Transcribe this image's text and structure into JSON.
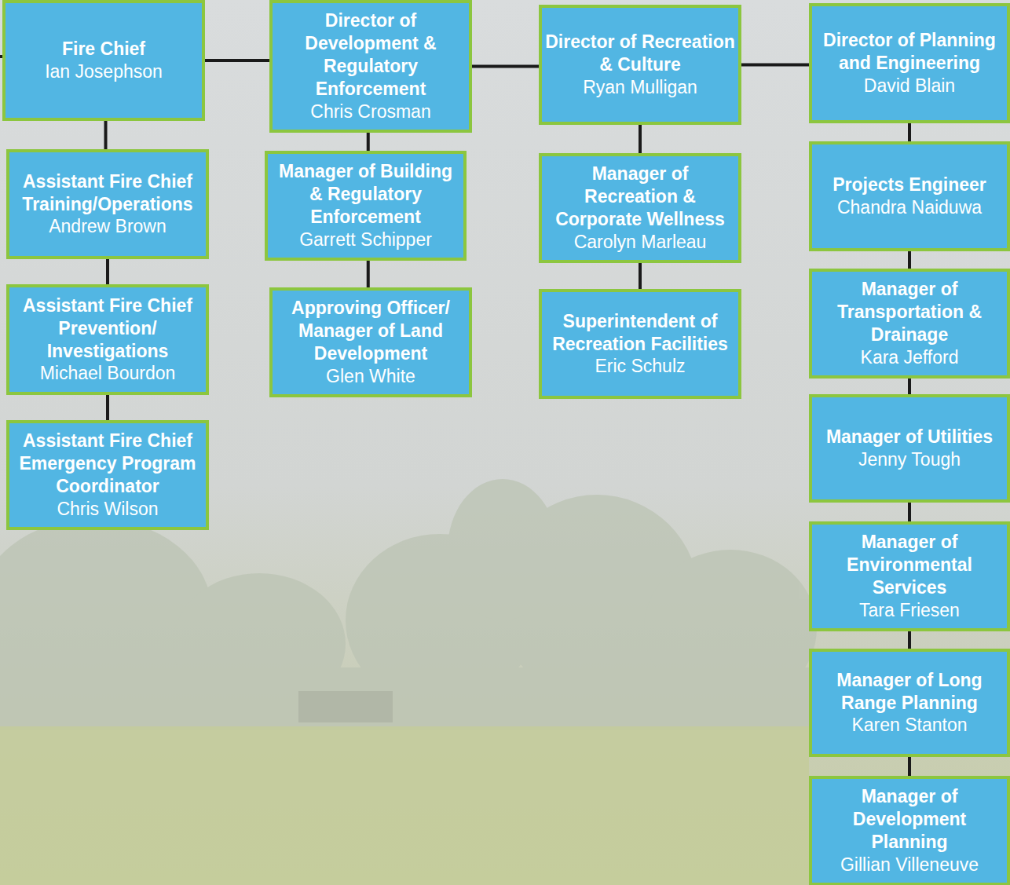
{
  "diagram": {
    "nodes": [
      {
        "text": [
          "Fire Chief",
          "Ian Josephson"
        ]
      },
      {
        "text": [
          "Assistant Fire Chief Training/Operations",
          "Andrew Brown"
        ]
      },
      {
        "text": [
          "Assistant Fire Chief Prevention/ Investigations",
          "Michael Bourdon"
        ]
      },
      {
        "text": [
          "Assistant Fire Chief Emergency Program Coordinator",
          "Chris Wilson"
        ]
      },
      {
        "text": [
          "Director of Development & Regulatory Enforcement",
          "Chris Crosman"
        ]
      },
      {
        "text": [
          "Manager of Building & Regulatory Enforcement",
          "Garrett Schipper"
        ]
      },
      {
        "text": [
          "Approving Officer/ Manager of Land Development",
          "Glen White"
        ]
      },
      {
        "text": [
          "Director of Recreation & Culture",
          "Ryan Mulligan"
        ]
      },
      {
        "text": [
          "Manager of Recreation & Corporate Wellness",
          "Carolyn Marleau"
        ]
      },
      {
        "text": [
          "Superintendent of Recreation Facilities",
          "Eric Schulz"
        ]
      },
      {
        "text": [
          "Director of Planning and Engineering",
          "David Blain"
        ]
      },
      {
        "text": [
          "Projects Engineer",
          "Chandra Naiduwa"
        ]
      },
      {
        "text": [
          "Manager of Transportation & Drainage",
          "Kara Jefford"
        ]
      },
      {
        "text": [
          "Manager of Utilities",
          "Jenny Tough"
        ]
      },
      {
        "text": [
          "Manager of Environmental Services",
          "Tara Friesen"
        ]
      },
      {
        "text": [
          "Manager of Long Range Planning",
          "Karen Stanton"
        ]
      },
      {
        "text": [
          "Manager of Development Planning",
          "Gillian Villeneuve"
        ]
      }
    ],
    "edges": [
      {
        "from": 0,
        "to": 4,
        "arrow": "none"
      },
      {
        "from": 4,
        "to": 7,
        "arrow": "none"
      },
      {
        "from": 7,
        "to": 10,
        "arrow": "none"
      },
      {
        "from": 0,
        "to": 1,
        "arrow": "none"
      },
      {
        "from": 1,
        "to": 2,
        "arrow": "none"
      },
      {
        "from": 2,
        "to": 3,
        "arrow": "none"
      },
      {
        "from": 4,
        "to": 5,
        "arrow": "none"
      },
      {
        "from": 5,
        "to": 6,
        "arrow": "none"
      },
      {
        "from": 7,
        "to": 8,
        "arrow": "none"
      },
      {
        "from": 8,
        "to": 9,
        "arrow": "none"
      },
      {
        "from": 10,
        "to": 11,
        "arrow": "none"
      },
      {
        "from": 11,
        "to": 12,
        "arrow": "none"
      },
      {
        "from": 12,
        "to": 13,
        "arrow": "none"
      },
      {
        "from": 13,
        "to": 14,
        "arrow": "none"
      },
      {
        "from": 14,
        "to": 15,
        "arrow": "none"
      },
      {
        "from": 15,
        "to": 16,
        "arrow": "none"
      }
    ]
  }
}
